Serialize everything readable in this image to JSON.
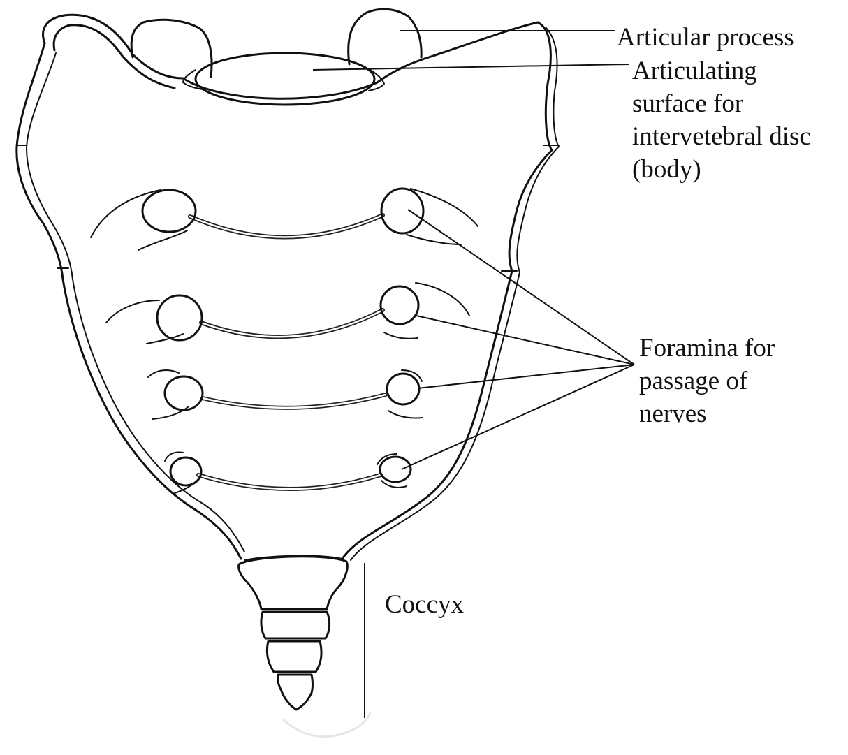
{
  "labels": {
    "articular_process": "Articular process",
    "articulating_surface": "Articulating\nsurface for\nintervetebral disc\n(body)",
    "foramina": "Foramina for\npassage of\nnerves",
    "coccyx": "Coccyx"
  }
}
